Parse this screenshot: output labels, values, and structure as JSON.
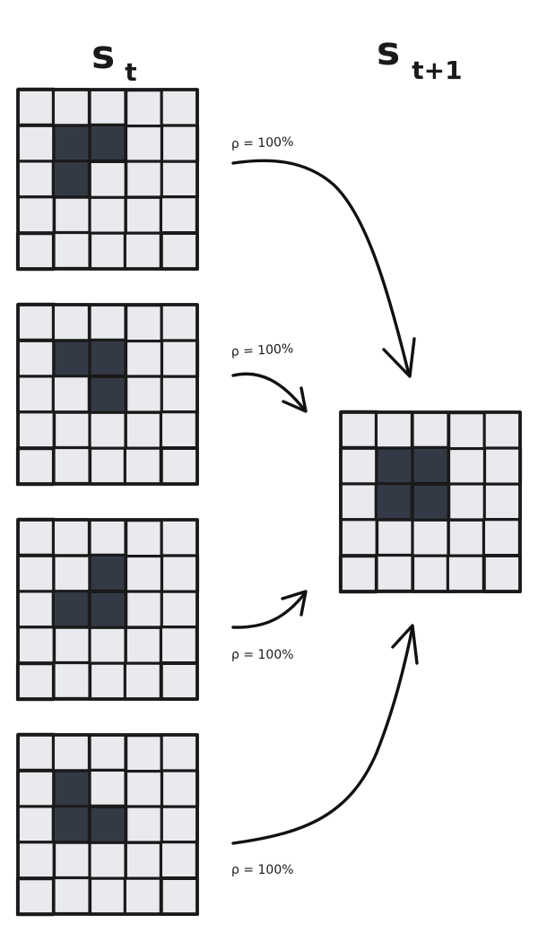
{
  "header": {
    "left_label": {
      "main": "s",
      "sub": "t"
    },
    "right_label": {
      "main": "s",
      "sub": "t+1"
    }
  },
  "grid_size": 5,
  "colors": {
    "empty_cell": "#e8eaed",
    "filled_cell": "#343a45",
    "line": "#1a1a1a"
  },
  "source_states": [
    {
      "id": "state-1",
      "filled": [
        [
          1,
          1
        ],
        [
          1,
          2
        ],
        [
          2,
          1
        ]
      ],
      "probability": "ρ = 100%"
    },
    {
      "id": "state-2",
      "filled": [
        [
          1,
          1
        ],
        [
          1,
          2
        ],
        [
          2,
          2
        ]
      ],
      "probability": "ρ = 100%"
    },
    {
      "id": "state-3",
      "filled": [
        [
          1,
          2
        ],
        [
          2,
          1
        ],
        [
          2,
          2
        ]
      ],
      "probability": "ρ = 100%"
    },
    {
      "id": "state-4",
      "filled": [
        [
          1,
          1
        ],
        [
          2,
          1
        ],
        [
          2,
          2
        ]
      ],
      "probability": "ρ = 100%"
    }
  ],
  "target_state": {
    "id": "next-state",
    "filled": [
      [
        1,
        1
      ],
      [
        1,
        2
      ],
      [
        2,
        1
      ],
      [
        2,
        2
      ]
    ]
  }
}
